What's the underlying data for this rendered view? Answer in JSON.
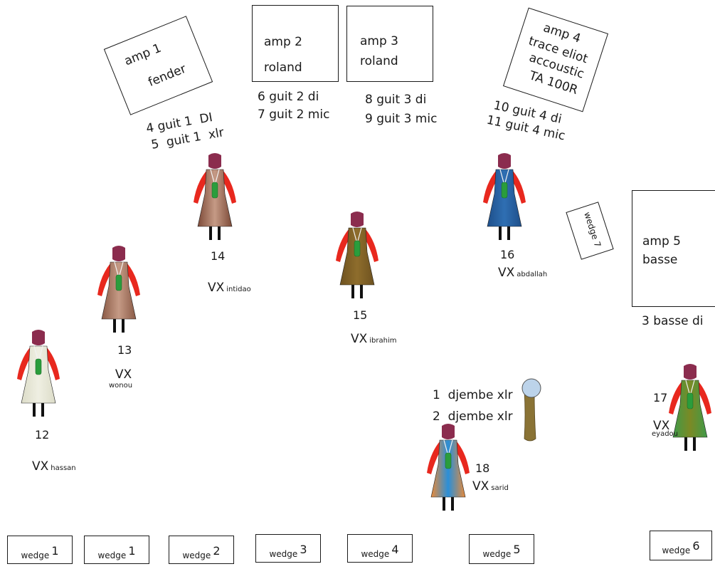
{
  "colors": {
    "head": "#8b2c4e",
    "arm": "#e8281e",
    "leg": "#111111",
    "tie": "#2a9d3c"
  },
  "amps": [
    {
      "id": "amp1",
      "lines": [
        "amp 1",
        "fender"
      ]
    },
    {
      "id": "amp2",
      "lines": [
        "amp 2",
        "roland"
      ]
    },
    {
      "id": "amp3",
      "lines": [
        "amp 3",
        "roland"
      ]
    },
    {
      "id": "amp4",
      "lines": [
        "amp 4",
        "trace eliot",
        "accoustic",
        "TA 100R"
      ]
    },
    {
      "id": "amp5",
      "lines": [
        "amp 5",
        "basse"
      ]
    }
  ],
  "channels": {
    "amp1": [
      "4 guit 1  DI",
      "5  guit 1  xlr"
    ],
    "amp2": [
      "6 guit 2 di",
      "7 guit 2 mic"
    ],
    "amp3": [
      "8 guit 3 di",
      "9 guit 3 mic"
    ],
    "amp4": [
      "10 guit 4 di",
      "11 guit 4 mic"
    ],
    "amp5": [
      "3 basse di"
    ],
    "djembe": [
      "1  djembe xlr",
      "2  djembe xlr"
    ]
  },
  "wedge7": "wedge 7",
  "musicians": [
    {
      "id": "m12",
      "num": "12",
      "vx": "VX",
      "name": "hassan",
      "robe": "#efefe2",
      "robe2": "#dcdcc8"
    },
    {
      "id": "m13",
      "num": "13",
      "vx": "VX",
      "name": "wonou",
      "robe": "#c59a85",
      "robe2": "#8a5a46"
    },
    {
      "id": "m14",
      "num": "14",
      "vx": "VX",
      "name": "intidao",
      "robe": "#c59a85",
      "robe2": "#7c4a38"
    },
    {
      "id": "m15",
      "num": "15",
      "vx": "VX",
      "name": "ibrahim",
      "robe": "#8e6d2c",
      "robe2": "#6e5220"
    },
    {
      "id": "m16",
      "num": "16",
      "vx": "VX",
      "name": "abdallah",
      "robe": "#2f6fb3",
      "robe2": "#1e4f8a"
    },
    {
      "id": "m17",
      "num": "17",
      "vx": "VX",
      "name": "eyadou",
      "robe": "#7b8a25",
      "robe2": "#3f9a49"
    },
    {
      "id": "m18",
      "num": "18",
      "vx": "VX",
      "name": "sarid",
      "robe": "#2a8fd8",
      "robe2": "#e88a3a"
    }
  ],
  "wedges": [
    {
      "word": "wedge",
      "num": "1"
    },
    {
      "word": "wedge",
      "num": "1"
    },
    {
      "word": "wedge",
      "num": "2"
    },
    {
      "word": "wedge",
      "num": "3"
    },
    {
      "word": "wedge",
      "num": "4"
    },
    {
      "word": "wedge",
      "num": "5"
    },
    {
      "word": "wedge",
      "num": "6"
    }
  ]
}
